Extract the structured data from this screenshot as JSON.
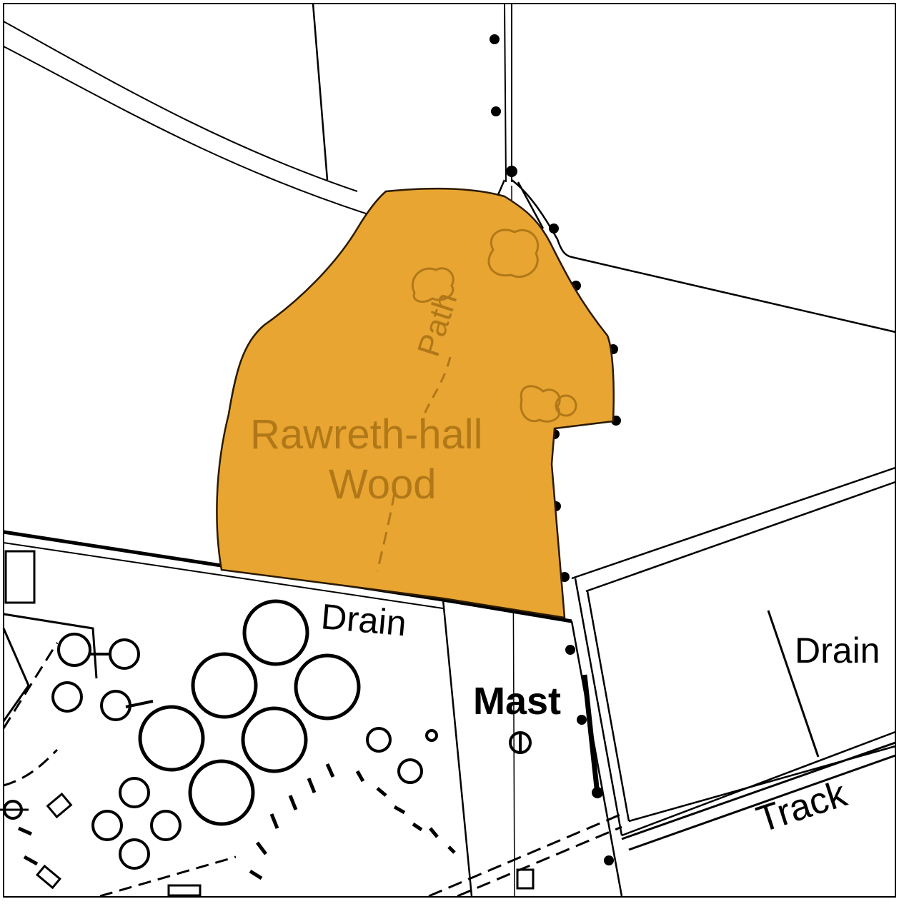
{
  "map": {
    "labels": {
      "wood_line1": "Rawreth-hall",
      "wood_line2": "Wood",
      "path": "Path",
      "drain_center": "Drain",
      "drain_right": "Drain",
      "mast": "Mast",
      "track": "Track"
    },
    "colors": {
      "highlight_fill": "#E8A531",
      "highlight_stroke": "#2a1a00",
      "highlight_text": "#B07818",
      "line": "#000000",
      "background": "#ffffff"
    }
  }
}
